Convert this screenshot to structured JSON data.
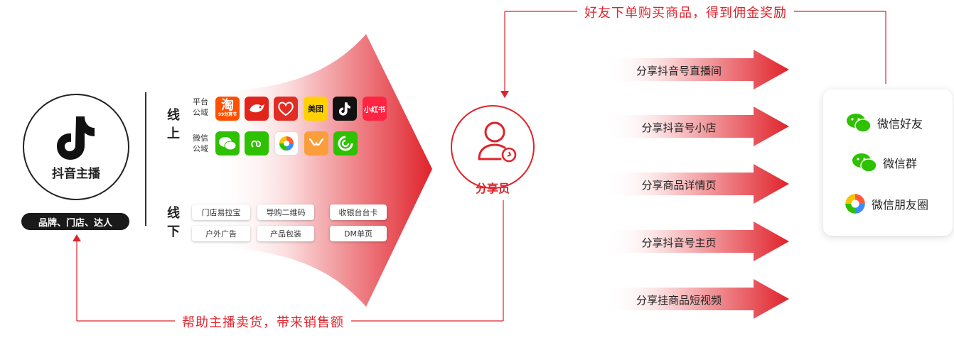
{
  "anchor": {
    "title": "抖音主播",
    "badge": "品牌、门店、达人"
  },
  "online": {
    "side_label_1": "线",
    "side_label_2": "上",
    "platform_label": "平台公域",
    "platform_label_1": "平台",
    "platform_label_2": "公域",
    "wechat_label_1": "微信",
    "wechat_label_2": "公域",
    "platform_apps": [
      {
        "name": "taobao",
        "text": "淘",
        "color": "#ff5000"
      },
      {
        "name": "jd",
        "text": "JD",
        "color": "#e1251b"
      },
      {
        "name": "pinduoduo",
        "text": "拼",
        "color": "#e02e24"
      },
      {
        "name": "meituan",
        "text": "美团",
        "color": "#ffd100"
      },
      {
        "name": "douyin",
        "text": "♪",
        "color": "#111111"
      },
      {
        "name": "xiaohongshu",
        "text": "小红书",
        "color": "#ff2442"
      }
    ],
    "taobao_caption": "99划算节",
    "wechat_apps": [
      {
        "name": "wechat",
        "color": "#2dc100"
      },
      {
        "name": "miniprogram",
        "color": "#2dc100"
      },
      {
        "name": "moments",
        "color": "#ffffff"
      },
      {
        "name": "channels",
        "color": "#fa9d3b"
      },
      {
        "name": "search",
        "color": "#2dc100"
      }
    ]
  },
  "offline": {
    "side_label_1": "线",
    "side_label_2": "下",
    "tags": [
      "门店易拉宝",
      "导购二维码",
      "收银台台卡",
      "户外广告",
      "产品包装",
      "DM单页"
    ]
  },
  "sharer": {
    "label": "分享员"
  },
  "share_targets": [
    "分享抖音号直播间",
    "分享抖音号小店",
    "分享商品详情页",
    "分享抖音号主页",
    "分享挂商品短视频"
  ],
  "wechat_channels": [
    "微信好友",
    "微信群",
    "微信朋友圈"
  ],
  "flows": {
    "top": "好友下单购买商品，得到佣金奖励",
    "bottom": "帮助主播卖货，带来销售额"
  },
  "colors": {
    "accent": "#e0232c"
  }
}
